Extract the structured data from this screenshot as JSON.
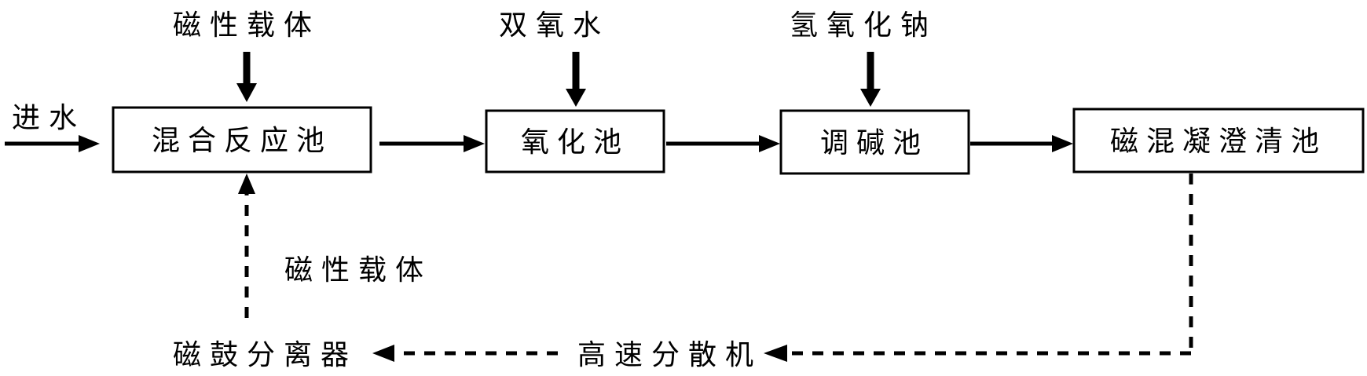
{
  "nodes": {
    "mix_tank": "混合反应池",
    "oxidation_tank": "氧化池",
    "alkali_tank": "调碱池",
    "clarifier": "磁混凝澄清池"
  },
  "inputs": {
    "water_in": "进水",
    "carrier_top": "磁性载体",
    "hydrogen_peroxide": "双氧水",
    "sodium_hydroxide": "氢氧化钠"
  },
  "recycle": {
    "carrier_return": "磁性载体",
    "drum_separator": "磁鼓分离器",
    "high_speed_disperser": "高速分散机"
  }
}
